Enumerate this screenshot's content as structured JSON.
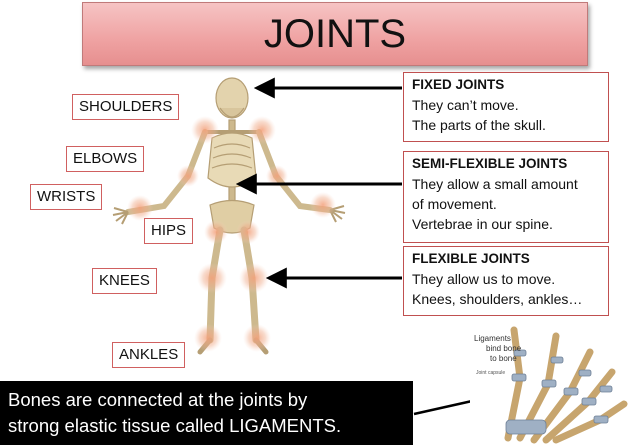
{
  "title": "JOINTS",
  "joint_labels": [
    "SHOULDERS",
    "ELBOWS",
    "WRISTS",
    "HIPS",
    "KNEES",
    "ANKLES"
  ],
  "info_boxes": [
    {
      "heading": "FIXED JOINTS",
      "lines": [
        "They can’t move.",
        "The parts of the skull."
      ]
    },
    {
      "heading": "SEMI-FLEXIBLE JOINTS",
      "lines": [
        "They allow a small amount",
        "of movement.",
        "Vertebrae in our spine."
      ]
    },
    {
      "heading": "FLEXIBLE JOINTS",
      "lines": [
        "They allow us to move.",
        "Knees, shoulders, ankles…"
      ]
    }
  ],
  "ligament_caption": [
    "Bones are connected at the joints by",
    "strong elastic tissue called LIGAMENTS."
  ],
  "hand_image_text": {
    "line1": "Ligaments",
    "line2": "bind bone",
    "line3": "to bone",
    "small": "Joint capsule"
  },
  "colors": {
    "title_bg": "#efa2a2",
    "label_border": "#d06060",
    "joint_glow": "#e88a70",
    "bone": "#d9c7a0"
  }
}
